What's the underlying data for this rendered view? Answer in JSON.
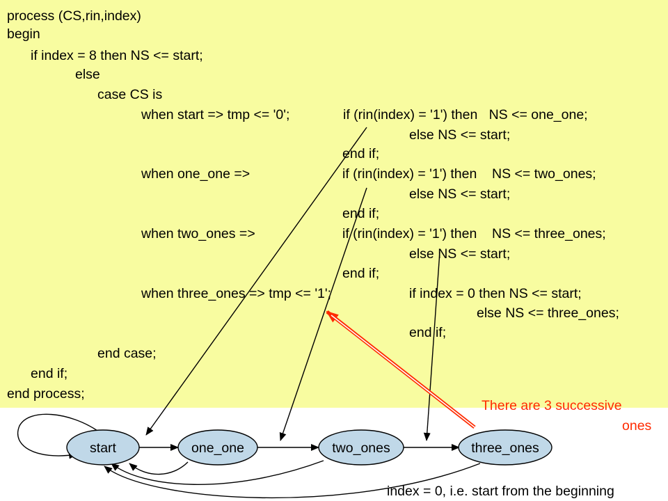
{
  "code": {
    "l01": "process (CS,rin,index)",
    "l02": "begin",
    "l03": "if index = 8 then NS <= start;",
    "l04": "else",
    "l05": "case CS is",
    "l06a": "when start => tmp <= '0';",
    "l06b": "if (rin(index) = '1') then   NS <= one_one;",
    "l07": "else NS <= start;",
    "l08": "end if;",
    "l09a": "when one_one =>",
    "l09b": "if (rin(index) = '1') then    NS <= two_ones;",
    "l10": "else NS <= start;",
    "l11": "end if;",
    "l12a": "when two_ones =>",
    "l12b": "if (rin(index) = '1') then    NS <= three_ones;",
    "l13": "else NS <= start;",
    "l14": "end if;",
    "l15a": "when three_ones => tmp <= '1';",
    "l15b": "if index = 0 then NS <= start;",
    "l16": "else NS <= three_ones;",
    "l17": "end if;",
    "l18": "end case;",
    "l19": "end if;",
    "l20": "end process;"
  },
  "states": {
    "start": "start",
    "one_one": "one_one",
    "two_ones": "two_ones",
    "three_ones": "three_ones"
  },
  "annotation": {
    "line1": "There are 3 successive",
    "line2": "ones"
  },
  "caption": "index = 0, i.e. start from the beginning",
  "colors": {
    "code_background": "#f8fca0",
    "state_fill": "#c0d8e8",
    "annotation": "#ff2a00"
  }
}
